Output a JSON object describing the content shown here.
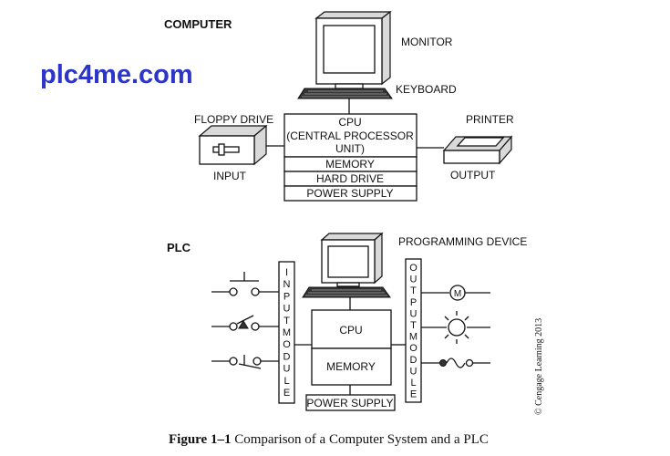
{
  "watermark": "plc4me.com",
  "computer": {
    "header": "COMPUTER",
    "monitor_label": "MONITOR",
    "keyboard_label": "KEYBOARD",
    "floppy_label": "FLOPPY DRIVE",
    "input_label": "INPUT",
    "printer_label": "PRINTER",
    "output_label": "OUTPUT",
    "cpu_line1": "CPU",
    "cpu_line2": "(CENTRAL PROCESSOR",
    "cpu_line3": "UNIT)",
    "memory": "MEMORY",
    "hard_drive": "HARD DRIVE",
    "power_supply": "POWER SUPPLY"
  },
  "plc": {
    "header": "PLC",
    "programming_device": "PROGRAMMING DEVICE",
    "input_module_letters": [
      "I",
      "N",
      "P",
      "U",
      "T",
      "M",
      "O",
      "D",
      "U",
      "L",
      "E"
    ],
    "output_module_letters": [
      "O",
      "U",
      "T",
      "P",
      "U",
      "T",
      "M",
      "O",
      "D",
      "U",
      "L",
      "E"
    ],
    "cpu": "CPU",
    "memory": "MEMORY",
    "power_supply": "POWER SUPPLY",
    "motor_symbol": "M"
  },
  "credit": "© Cengage Learning 2013",
  "caption": {
    "figure_label": "Figure 1–1",
    "text": " Comparison of a Computer System and a PLC"
  }
}
